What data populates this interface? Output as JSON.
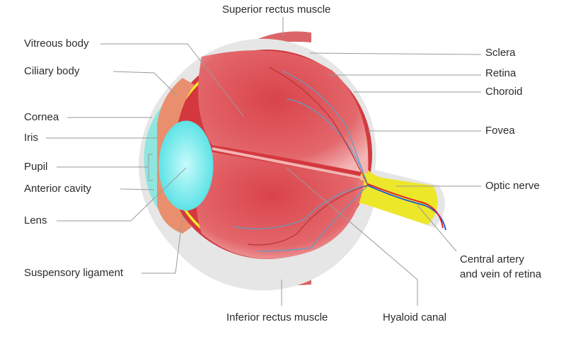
{
  "labels": {
    "superior_rectus": "Superior rectus muscle",
    "vitreous_body": "Vitreous body",
    "ciliary_body": "Ciliary body",
    "cornea": "Cornea",
    "iris": "Iris",
    "pupil": "Pupil",
    "anterior_cavity": "Anterior cavity",
    "lens": "Lens",
    "suspensory_ligament": "Suspensory ligament",
    "inferior_rectus": "Inferior rectus muscle",
    "hyaloid_canal": "Hyaloid canal",
    "sclera": "Sclera",
    "retina": "Retina",
    "choroid": "Choroid",
    "fovea": "Fovea",
    "optic_nerve": "Optic nerve",
    "central_artery_line1": "Central artery",
    "central_artery_line2": "and vein of retina"
  },
  "colors": {
    "sclera": "#e8e8e8",
    "choroid": "#d63a40",
    "retina": "#f2ec2a",
    "vitreous": "#e0545a",
    "lens": "#6fe8ea",
    "ciliary": "#eb9070",
    "vessel_blue": "#5aa0c8"
  }
}
